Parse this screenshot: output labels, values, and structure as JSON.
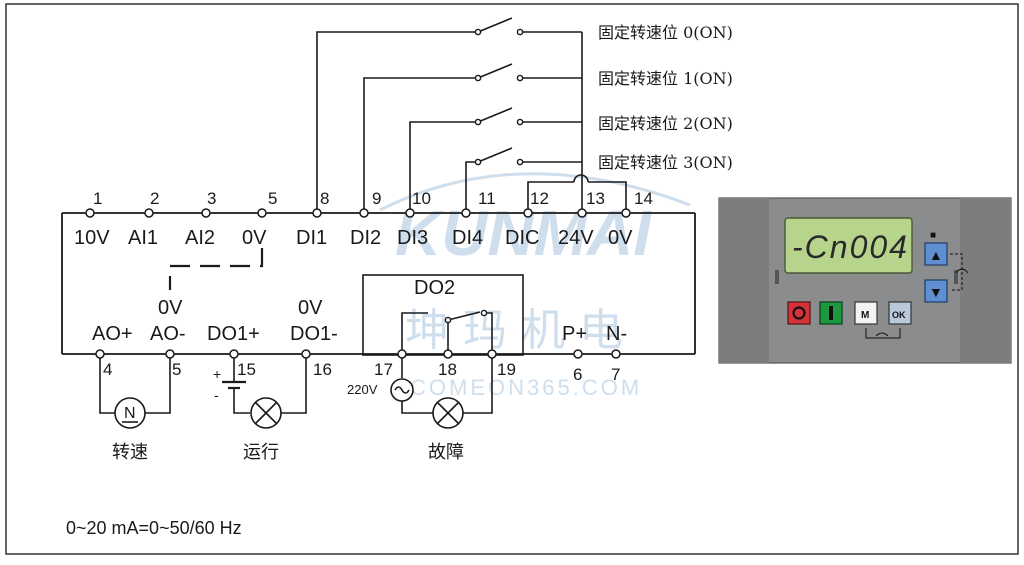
{
  "switch_labels": [
    "固定转速位 0(ON)",
    "固定转速位 1(ON)",
    "固定转速位 2(ON)",
    "固定转速位 3(ON)"
  ],
  "terminal_numbers_top": [
    "1",
    "2",
    "3",
    "5",
    "8",
    "9",
    "10",
    "11",
    "12",
    "13",
    "14"
  ],
  "terminal_names_top": [
    "10V",
    "AI1",
    "AI2",
    "0V",
    "DI1",
    "DI2",
    "DI3",
    "DI4",
    "DIC",
    "24V",
    "0V"
  ],
  "terminal_names_bottom": {
    "ao_plus": "AO+",
    "ao_minus_top": "0V",
    "ao_minus": "AO-",
    "do1_plus": "DO1+",
    "do1_minus_top": "0V",
    "do1_minus": "DO1-",
    "do2": "DO2",
    "p_plus": "P+",
    "n_minus": "N-"
  },
  "terminal_numbers_bottom": [
    "4",
    "5",
    "15",
    "16",
    "17",
    "18",
    "19",
    "6",
    "7"
  ],
  "battery_plus": "+",
  "battery_minus": "-",
  "meter_symbol": "N",
  "voltage_220": "220V",
  "load_labels": {
    "speed": "转速",
    "run": "运行",
    "fault": "故障"
  },
  "footnote": "0~20 mA=0~50/60 Hz",
  "panel": {
    "display_text": "-Cn004",
    "indicator_symbol": "■",
    "btn_up": "▲",
    "btn_down": "▼",
    "btn_stop": "O",
    "btn_run": "I",
    "btn_m": "M",
    "btn_ok": "OK"
  },
  "watermark": {
    "brand": "KUNMAI",
    "cn": "坤 玛 机 电",
    "url": "COMEON365.COM"
  },
  "colors": {
    "line": "#1a1a1a",
    "panel_bg": "#8a8c8e",
    "lcd": "#b7d48c",
    "btn_stop": "#d5323a",
    "btn_run": "#1d9a3f",
    "watermark": "#a9c4de"
  }
}
